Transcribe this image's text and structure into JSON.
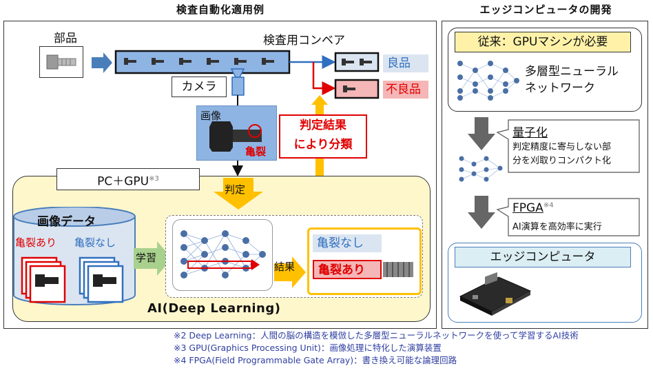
{
  "left_title": "検査自動化適用例",
  "right_title": "エッジコンピュータの開発",
  "parts_label": "部品",
  "conveyor_label": "検査用コンベア",
  "good_label": "良品",
  "bad_label": "不良品",
  "camera_label": "カメラ",
  "image_label": "画像",
  "crack_label": "亀裂",
  "result_sort_line1": "判定結果",
  "result_sort_line2": "により分類",
  "pc_gpu": "PC＋GPU",
  "pc_gpu_note": "※3",
  "judge_label": "判定",
  "image_data_label": "画像データ",
  "crack_yes": "亀裂あり",
  "crack_no": "亀裂なし",
  "learn_label": "学習",
  "result_label": "結果",
  "out_no_crack": "亀裂なし",
  "out_crack": "亀裂あり",
  "ai_label": "AI(Deep Learning)",
  "conventional": "従来：GPUマシンが必要",
  "mlp_line1": "多層型ニューラル",
  "mlp_line2": "ネットワーク",
  "quant_title": "量子化",
  "quant_desc1": "判定精度に寄与しない部",
  "quant_desc2": "分を刈取りコンパクト化",
  "fpga_title": "FPGA",
  "fpga_note": "※4",
  "fpga_desc": "AI演算を高効率に実行",
  "edge_computer": "エッジコンピュータ",
  "footnotes": [
    "※2 Deep Learning：人間の脳の構造を模倣した多層型ニューラルネットワークを使って学習するAI技術",
    "※3 GPU(Graphics Processing Unit)：画像処理に特化した演算装置",
    "※4 FPGA(Field Programmable Gate Array)：書き換え可能な論理回路"
  ],
  "colors": {
    "conveyor": "#8eb4e3",
    "good_bg": "#dbe5f1",
    "bad_bg": "#f4b6b6",
    "accent_red": "#e00000",
    "ai_bg": "#fff7cc",
    "arrow_orange": "#ffc000",
    "arrow_blue": "#4a7ebb",
    "arrow_green": "#a9d18e",
    "gray_arrow": "#666666",
    "conventional_bg": "#fff2a8",
    "edge_bg": "#dbeef4"
  }
}
